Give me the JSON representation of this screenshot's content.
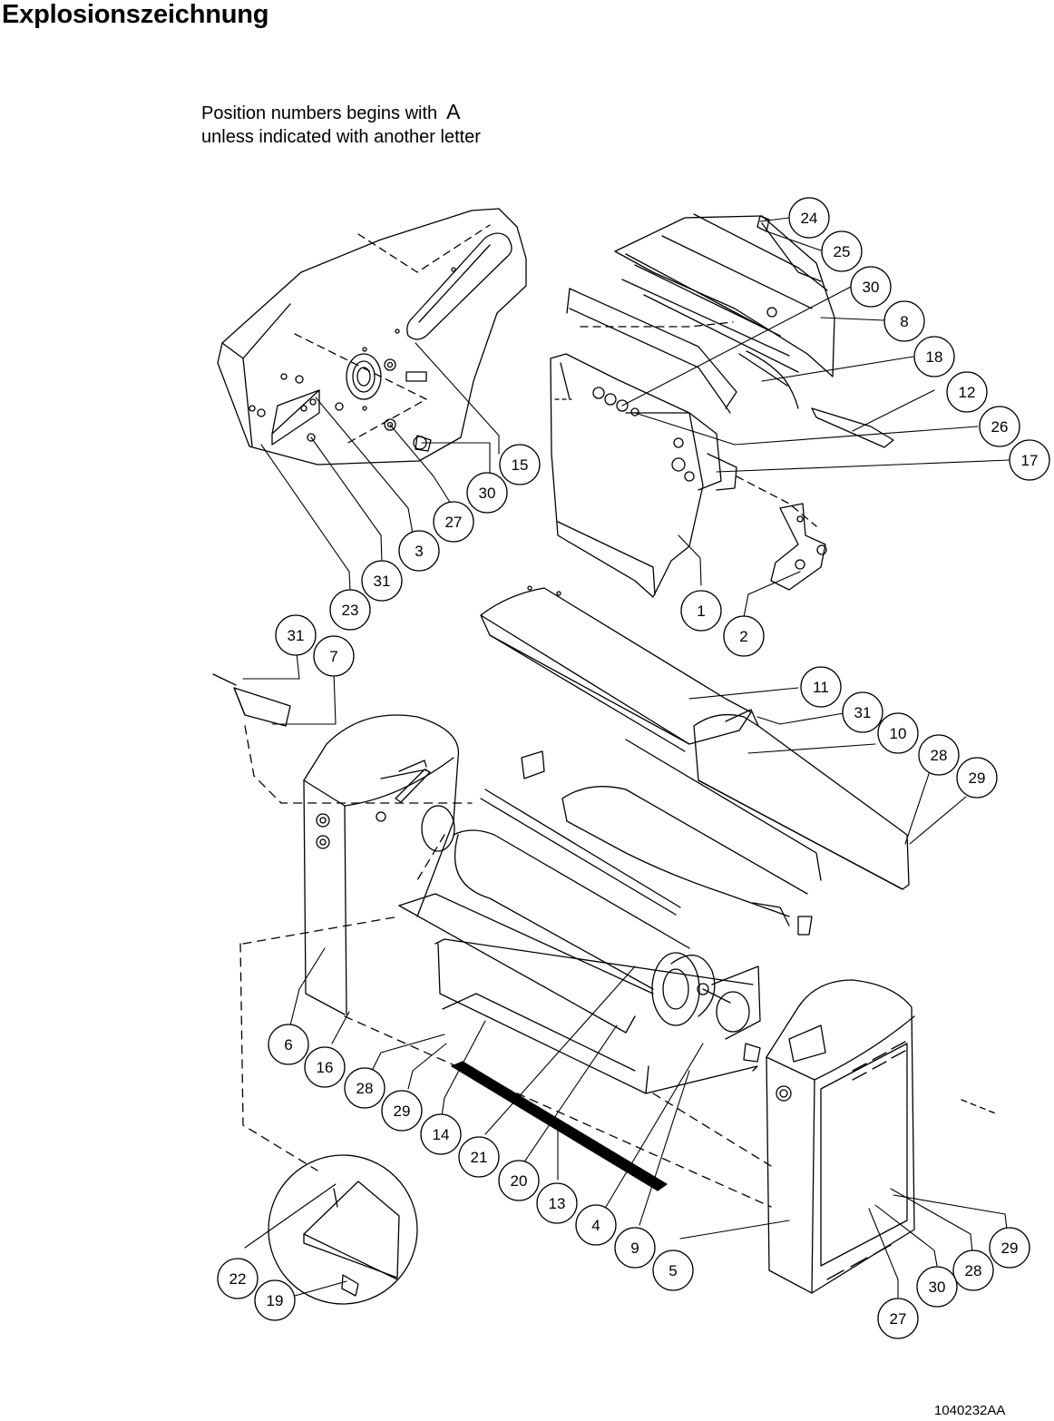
{
  "title": "Explosionszeichnung",
  "note": {
    "line1": "Position numbers begins with",
    "letter": "A",
    "line2": "unless indicated with another letter"
  },
  "document_number": "1040232AA",
  "callouts": [
    "24",
    "25",
    "30",
    "8",
    "18",
    "12",
    "26",
    "17",
    "15",
    "30",
    "27",
    "3",
    "31",
    "23",
    "1",
    "2",
    "31",
    "7",
    "11",
    "31",
    "10",
    "28",
    "29",
    "6",
    "16",
    "28",
    "29",
    "14",
    "21",
    "20",
    "13",
    "4",
    "9",
    "5",
    "22",
    "19",
    "29",
    "28",
    "30",
    "27"
  ]
}
